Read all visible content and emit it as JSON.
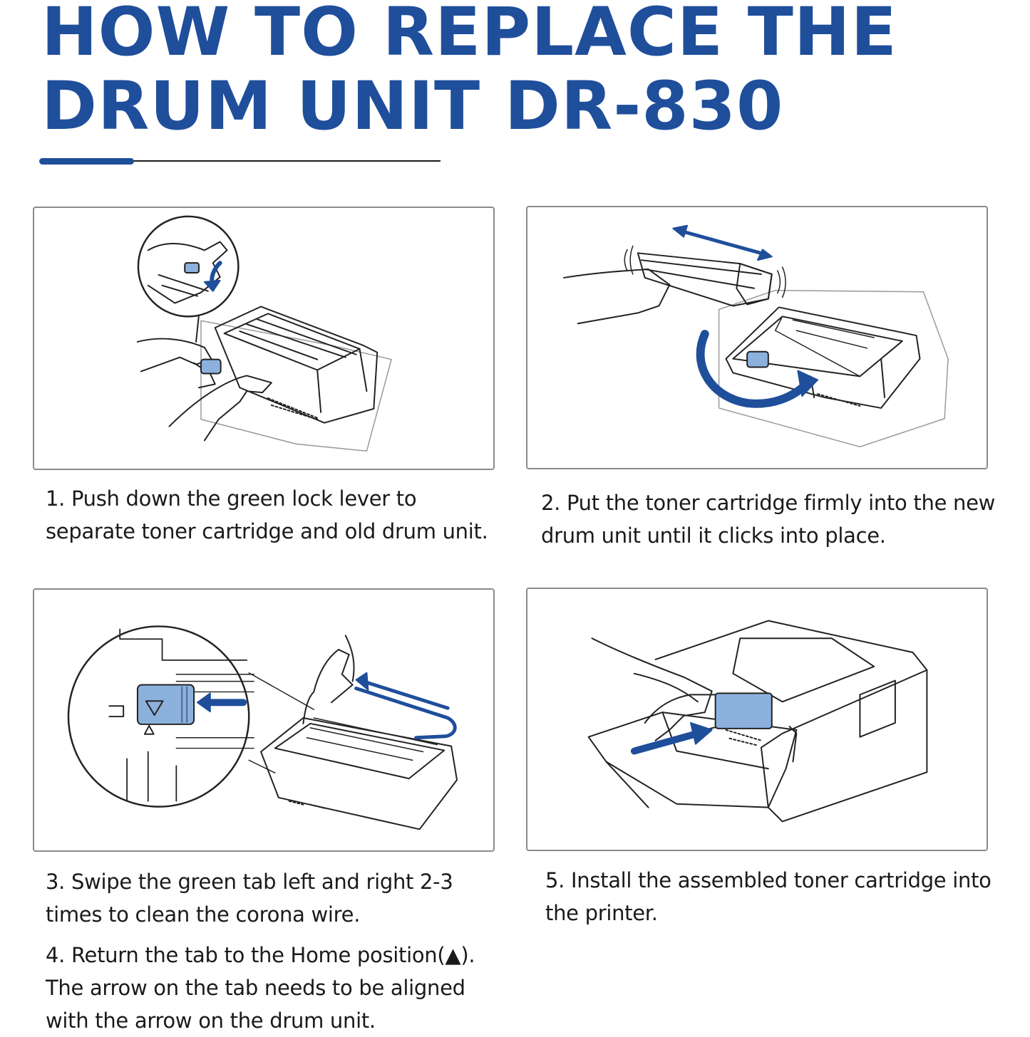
{
  "title": {
    "line1": "HOW TO REPLACE THE",
    "line2": "DRUM UNIT DR-830"
  },
  "colors": {
    "accent": "#1f4e9b",
    "text": "#1a1a1a",
    "panel_border": "#8a8a8a"
  },
  "steps": [
    {
      "line1": "1. Push down the green lock lever to",
      "line2": "separate toner cartridge and old drum unit."
    },
    {
      "line1": "2. Put the toner cartridge firmly into the new",
      "line2": "drum unit until it clicks into place."
    },
    {
      "line1": "3. Swipe the green tab left and right 2-3",
      "line2": "times to clean the corona wire."
    },
    {
      "line1": "4. Return the tab to the Home position(▲).",
      "line2": "The arrow on the tab needs to be aligned",
      "line3": "with the arrow on the drum unit."
    },
    {
      "line1": "5. Install the assembled toner cartridge into",
      "line2": "the printer."
    }
  ]
}
